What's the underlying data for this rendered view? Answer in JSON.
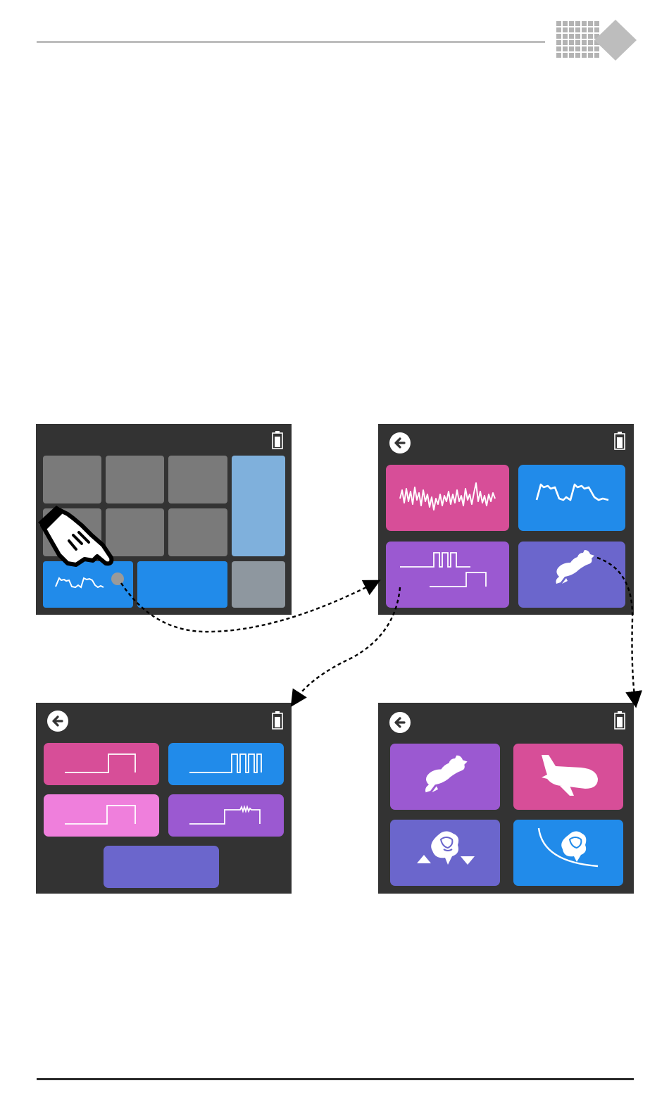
{
  "colors": {
    "screen_bg": "#333333",
    "tile_gray": "#7a7a7a",
    "tile_gray_light": "#8e979f",
    "tile_light_blue": "#7fb0dc",
    "blue": "#218bea",
    "magenta": "#d74e98",
    "pink": "#ef7fdc",
    "purple": "#9b59d1",
    "indigo": "#6b66cc",
    "header_rule": "#bdbdbd",
    "footer_rule": "#2a2a2a"
  },
  "logo": {
    "icon": "grid-diamond-logo"
  },
  "screens": {
    "home": {
      "icon_battery": "battery-icon",
      "icon_hand": "pointing-hand-icon",
      "icon_touch": "touch-point-icon",
      "icon_waveform": "waveform-icon"
    },
    "waveform_menu": {
      "icon_back": "back-arrow-icon",
      "icon_battery": "battery-icon",
      "buttons": [
        "noise-waveform",
        "ramp-waveform",
        "pulse-waveform",
        "rabbit-mode"
      ]
    },
    "pulse_menu": {
      "icon_back": "back-arrow-icon",
      "icon_battery": "battery-icon",
      "buttons": [
        "single-pulse",
        "pulse-train",
        "single-pulse-long",
        "pulse-with-noise",
        "blank"
      ]
    },
    "mode_menu": {
      "icon_back": "back-arrow-icon",
      "icon_battery": "battery-icon",
      "buttons": [
        "rabbit-icon",
        "airplane-icon",
        "rose-up-down-icon",
        "rose-decay-icon"
      ]
    }
  },
  "flow": {
    "arrows": [
      "home-to-waveform-menu",
      "waveform-menu-to-pulse-menu",
      "waveform-menu-to-mode-menu"
    ]
  }
}
